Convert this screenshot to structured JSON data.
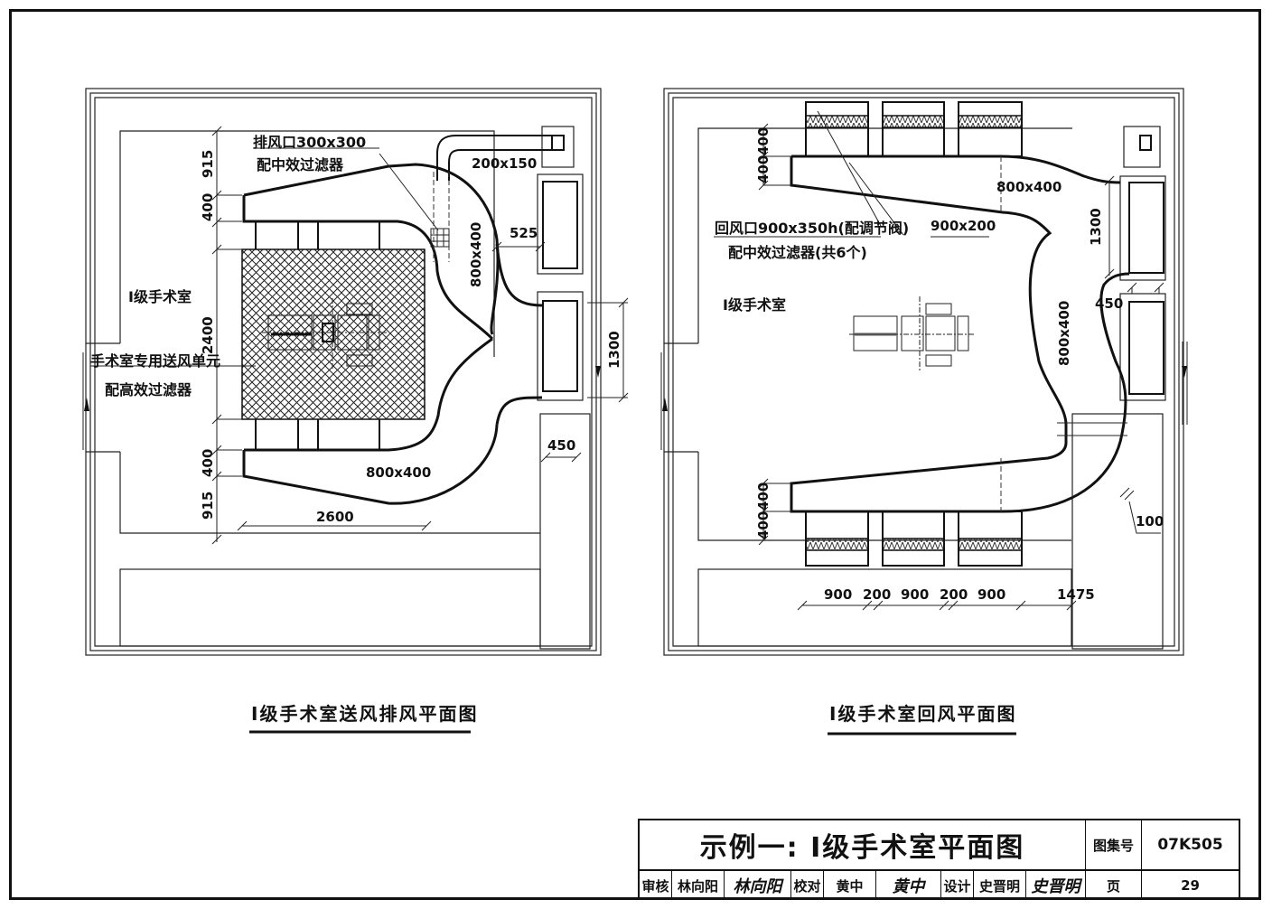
{
  "drawings": {
    "supply_exhaust": {
      "caption": "Ⅰ级手术室送风排风平面图",
      "room_label": "Ⅰ级手术室",
      "exhaust_outlet_label_1": "排风口300x300",
      "exhaust_outlet_label_2": "配中效过滤器",
      "supply_unit_label_1": "手术室专用送风单元",
      "supply_unit_label_2": "配高效过滤器",
      "duct_small": "200x150",
      "duct_main_vertical": "800x400",
      "duct_main_bottom": "800x400",
      "dims": {
        "d915_top": "915",
        "d400_top": "400",
        "d2400": "2400",
        "d400_bottom": "400",
        "d915_bottom": "915",
        "d2600": "2600",
        "d525": "525",
        "d1300": "1300",
        "d450": "450"
      }
    },
    "return_air": {
      "caption": "Ⅰ级手术室回风平面图",
      "room_label": "Ⅰ级手术室",
      "return_outlet_label_1": "回风口900x350h(配调节阀)",
      "return_outlet_label_2": "配中效过滤器(共6个)",
      "branch_label": "900x200",
      "duct_top": "800x400",
      "duct_vertical": "800x400",
      "dims": {
        "d400_top_a": "400",
        "d400_top_b": "400",
        "d400_bottom_a": "400",
        "d400_bottom_b": "400",
        "d1300": "1300",
        "d450": "450",
        "d100": "100",
        "bottom_row": [
          "900",
          "200",
          "900",
          "200",
          "900",
          "1475"
        ]
      }
    }
  },
  "title_block": {
    "title": "示例一: Ⅰ级手术室平面图",
    "atlas_label": "图集号",
    "atlas_no": "07K505",
    "review_label": "审核",
    "reviewer": "林向阳",
    "reviewer_signature": "林向阳",
    "check_label": "校对",
    "checker": "黄中",
    "checker_signature": "黄中",
    "design_label": "设计",
    "designer": "史晋明",
    "designer_signature": "史晋明",
    "page_label": "页",
    "page_no": "29"
  }
}
